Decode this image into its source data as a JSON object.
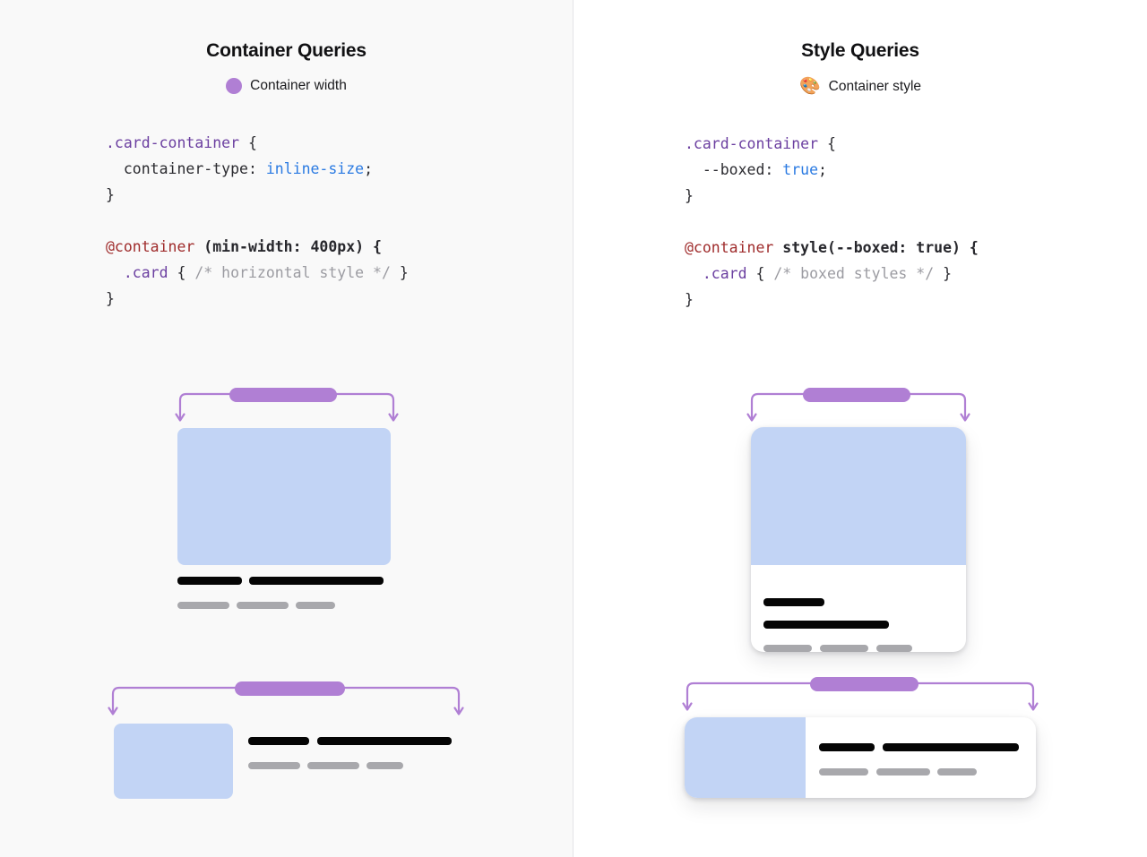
{
  "theme": {
    "page_bg": "#ffffff",
    "left_panel_bg": "#f9f9f9",
    "divider": "#e3e3e6",
    "accent_purple": "#b07fd4",
    "image_blue": "#c2d4f5",
    "text_dark": "#050505",
    "text_gray": "#a8a8ac",
    "code_selector": "#6b3fa0",
    "code_value": "#2a7ae2",
    "code_atrule": "#9f2b2b",
    "code_comment": "#9b9ba1"
  },
  "panels": [
    {
      "id": "container-queries",
      "title": "Container Queries",
      "subtitle": "Container width",
      "icon": "purple-dot-icon",
      "icon_glyph": "",
      "code": {
        "line1": {
          "selector": ".card-container",
          "brace": " {"
        },
        "line2": {
          "property": "container-type",
          "colon": ": ",
          "value": "inline-size",
          "semi": ";"
        },
        "line3": {
          "close": "}"
        },
        "line4": {
          "atrule": "@container",
          "condition": " (min-width: 400px)",
          "brace": " {"
        },
        "line5": {
          "selector": ".card",
          "brace_open": " { ",
          "comment": "/* horizontal style */",
          "brace_close": " }"
        },
        "line6": {
          "close": "}"
        }
      },
      "diagrams": [
        {
          "id": "narrow-container-stacked-card",
          "label": "narrow container - vertical card layout",
          "bracket_label": "container-width-indicator"
        },
        {
          "id": "wide-container-horizontal-card",
          "label": "wide container - horizontal card layout",
          "bracket_label": "container-width-indicator"
        }
      ]
    },
    {
      "id": "style-queries",
      "title": "Style Queries",
      "subtitle": "Container style",
      "icon": "palette-icon",
      "icon_glyph": "🎨",
      "code": {
        "line1": {
          "selector": ".card-container",
          "brace": " {"
        },
        "line2": {
          "property": "--boxed",
          "colon": ": ",
          "value": "true",
          "semi": ";"
        },
        "line3": {
          "close": "}"
        },
        "line4": {
          "atrule": "@container",
          "condition": " style(--boxed: true)",
          "brace": " {"
        },
        "line5": {
          "selector": ".card",
          "brace_open": " { ",
          "comment": "/* boxed styles */",
          "brace_close": " }"
        },
        "line6": {
          "close": "}"
        }
      },
      "diagrams": [
        {
          "id": "narrow-container-boxed-stacked-card",
          "label": "narrow container - boxed vertical card",
          "bracket_label": "container-style-indicator"
        },
        {
          "id": "wide-container-boxed-horizontal-card",
          "label": "wide container - boxed horizontal card",
          "bracket_label": "container-style-indicator"
        }
      ]
    }
  ]
}
